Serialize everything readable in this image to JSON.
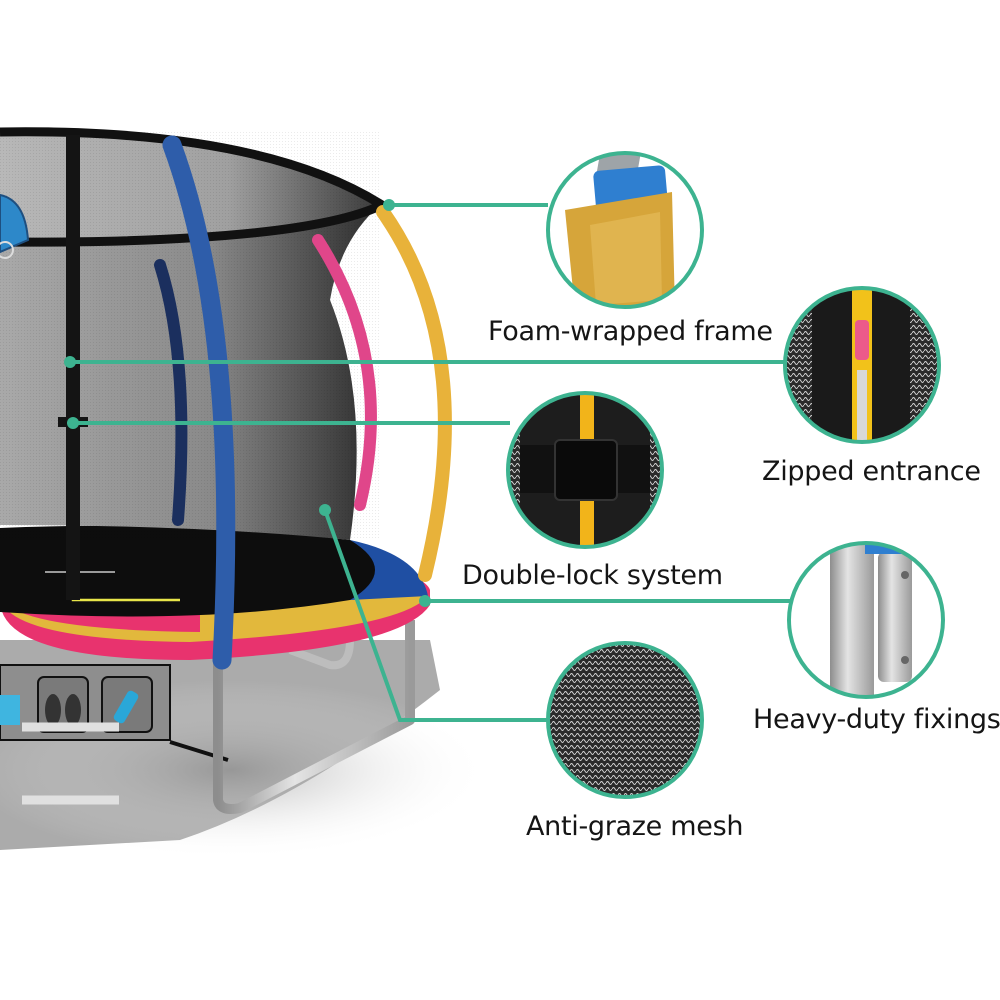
{
  "infographic": {
    "subject": "Trampoline with safety enclosure",
    "accent_color": "#3DB390",
    "features": [
      {
        "id": "foam",
        "label": "Foam-wrapped frame",
        "detail": "foam-padded pole in yellow sleeve"
      },
      {
        "id": "zip",
        "label": "Zipped entrance",
        "detail": "yellow zipper with pink pull on black net"
      },
      {
        "id": "lock",
        "label": "Double-lock system",
        "detail": "black buckle clip over zipper"
      },
      {
        "id": "fix",
        "label": "Heavy-duty fixings",
        "detail": "galvanised steel leg joint"
      },
      {
        "id": "mesh",
        "label": "Anti-graze mesh",
        "detail": "black knitted safety netting"
      }
    ],
    "colors": {
      "pad_pink": "#E8336E",
      "pad_yellow": "#E2B83C",
      "pad_blue": "#1F4FA3",
      "pole_blue": "#2E5DAA",
      "pole_navy": "#1B2F5E",
      "pole_pink": "#E0468A",
      "pole_yellow": "#E8B23A",
      "net": "#5a5a5a",
      "frame_steel": "#c8c8c8"
    }
  }
}
